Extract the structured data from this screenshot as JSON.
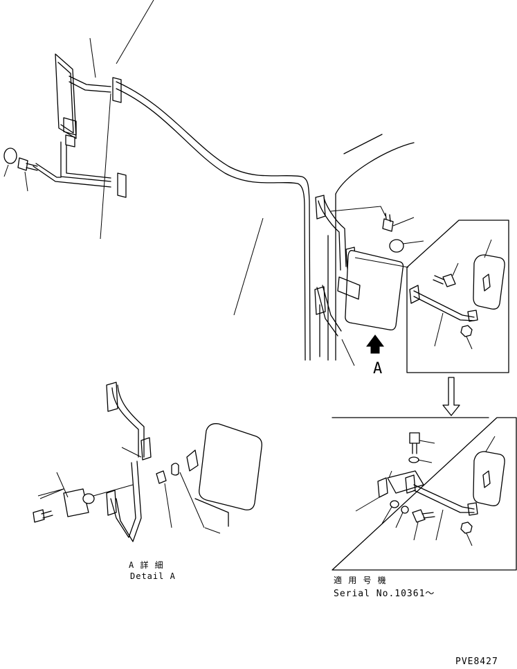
{
  "labels": {
    "view_marker": "A",
    "detail_title_jp": "A 詳 細",
    "detail_title_en": "Detail A",
    "serial_title_jp": "適 用 号 機",
    "serial_title_en": "Serial No.10361～",
    "drawing_code": "PVE8427"
  },
  "icons": {
    "view_arrow": "view-direction-arrow",
    "transition_arrow": "hollow-down-arrow"
  }
}
